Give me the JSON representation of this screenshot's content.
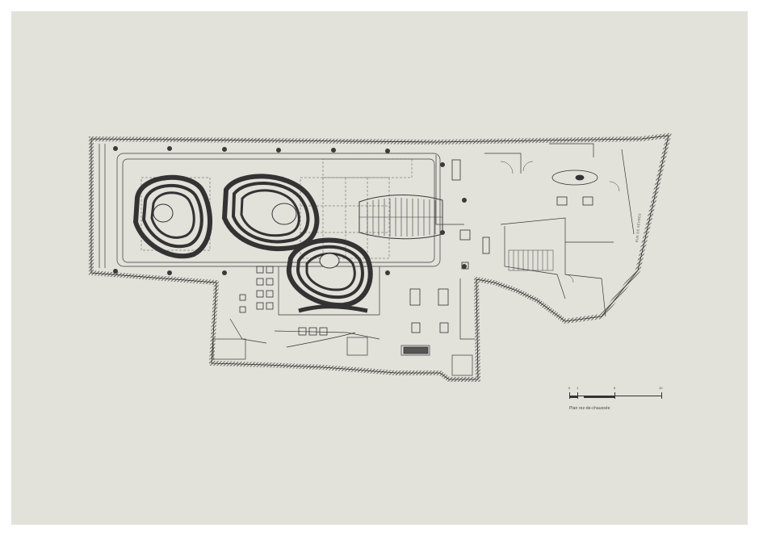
{
  "drawing": {
    "caption": "Plan rez-de-chaussée",
    "street_label": "RUE DE SÈVRES",
    "scale": {
      "unit_labels": [
        "0",
        "1",
        "5",
        "10"
      ]
    },
    "colors": {
      "sheet": "#e2e1da",
      "ink": "#3a3a3a",
      "wall": "#2d2d2d"
    }
  }
}
